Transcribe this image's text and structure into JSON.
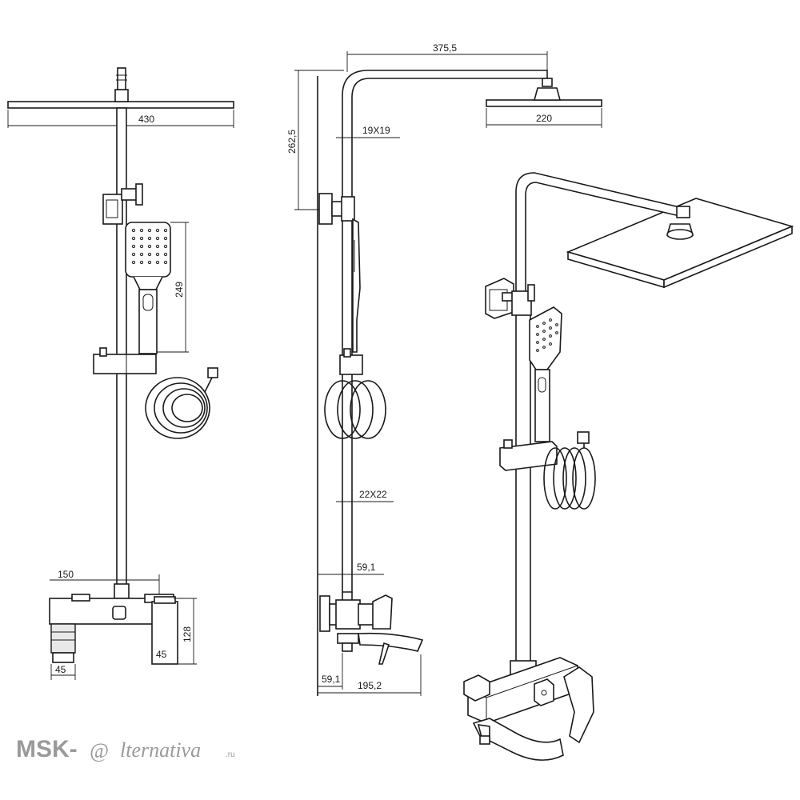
{
  "watermark": {
    "prefix": "MSK-",
    "at_glyph": "@",
    "suffix": "lternativa",
    "domain": ".ru"
  },
  "front_view": {
    "dims": {
      "head_width": "430",
      "handshower_height": "249",
      "outlet_spacing": "150",
      "mixer_height": "128",
      "left_outlet": "45",
      "right_outlet": "45"
    }
  },
  "side_view": {
    "dims": {
      "arm_length": "375,5",
      "head_depth": "220",
      "arm_drop": "262,5",
      "upper_pipe": "19X19",
      "lower_pipe": "22X22",
      "wall_offset_top": "59,1",
      "wall_offset_bottom": "59,1",
      "spout_reach": "195,2"
    }
  },
  "colors": {
    "line": "#1a1a1a",
    "watermark": "#9a9a9a",
    "background": "#ffffff"
  }
}
